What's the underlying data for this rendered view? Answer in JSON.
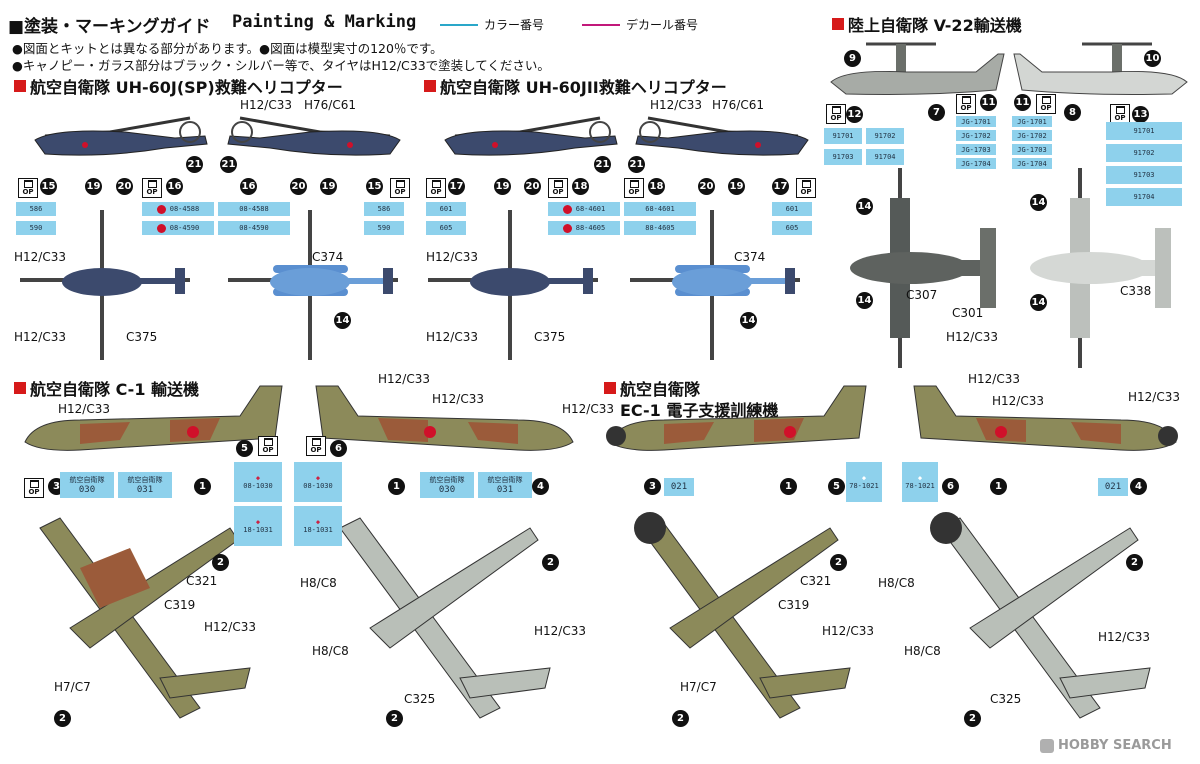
{
  "header": {
    "title_jp": "■塗装・マーキングガイド",
    "title_en": "Painting & Marking",
    "legend_color": "カラー番号",
    "legend_decal": "デカール番号",
    "legend_color_hex": "#2aa7c9",
    "legend_decal_hex": "#c2187a",
    "note1": "●図面とキットとは異なる部分があります。●図面は模型実寸の120％です。",
    "note2": "●キャノピー・ガラス部分はブラック・シルバー等で、タイヤはH12/C33で塗装してください。"
  },
  "sections": {
    "uh60j": "航空自衛隊 UH-60J(SP)救難ヘリコプター",
    "uh60jii": "航空自衛隊 UH-60JII救難ヘリコプター",
    "v22": "陸上自衛隊 V-22輸送機",
    "c1": "航空自衛隊 C-1 輸送機",
    "ec1_line1": "航空自衛隊",
    "ec1_line2": "EC-1 電子支援訓練機"
  },
  "colors": {
    "h12c33": "H12/C33",
    "h76c61": "H76/C61",
    "c374": "C374",
    "c375": "C375",
    "c307": "C307",
    "c301": "C301",
    "c338": "C338",
    "c321": "C321",
    "c319": "C319",
    "h7c7": "H7/C7",
    "h8c8": "H8/C8",
    "c325": "C325"
  },
  "badges": {
    "n1": "1",
    "n2": "2",
    "n3": "3",
    "n4": "4",
    "n5": "5",
    "n6": "6",
    "n7": "7",
    "n8": "8",
    "n9": "9",
    "n10": "10",
    "n11": "11",
    "n12": "12",
    "n13": "13",
    "n14": "14",
    "n15": "15",
    "n16": "16",
    "n17": "17",
    "n18": "18",
    "n19": "19",
    "n20": "20",
    "n21": "21"
  },
  "op_label": "OP",
  "decals": {
    "uh60j_tail": [
      "586",
      "590"
    ],
    "uh60j_serial": [
      "08-4588",
      "08-4590"
    ],
    "uh60jii_tail": [
      "601",
      "605"
    ],
    "uh60jii_serial": [
      "68-4601",
      "88-4605"
    ],
    "v22_left": [
      "91701",
      "91702",
      "91703",
      "91704"
    ],
    "v22_jg": [
      "JG-1701",
      "JG-1702",
      "JG-1703",
      "JG-1704"
    ],
    "v22_right": [
      "91701",
      "91702",
      "91703",
      "91704"
    ],
    "c1_tail_label": "航空自衛隊",
    "c1_tail": [
      "030",
      "031"
    ],
    "c1_serial": [
      "08-1030",
      "18-1031"
    ],
    "ec1_nose": "021",
    "ec1_serial": "78-1021"
  },
  "watermark": "HOBBY SEARCH"
}
